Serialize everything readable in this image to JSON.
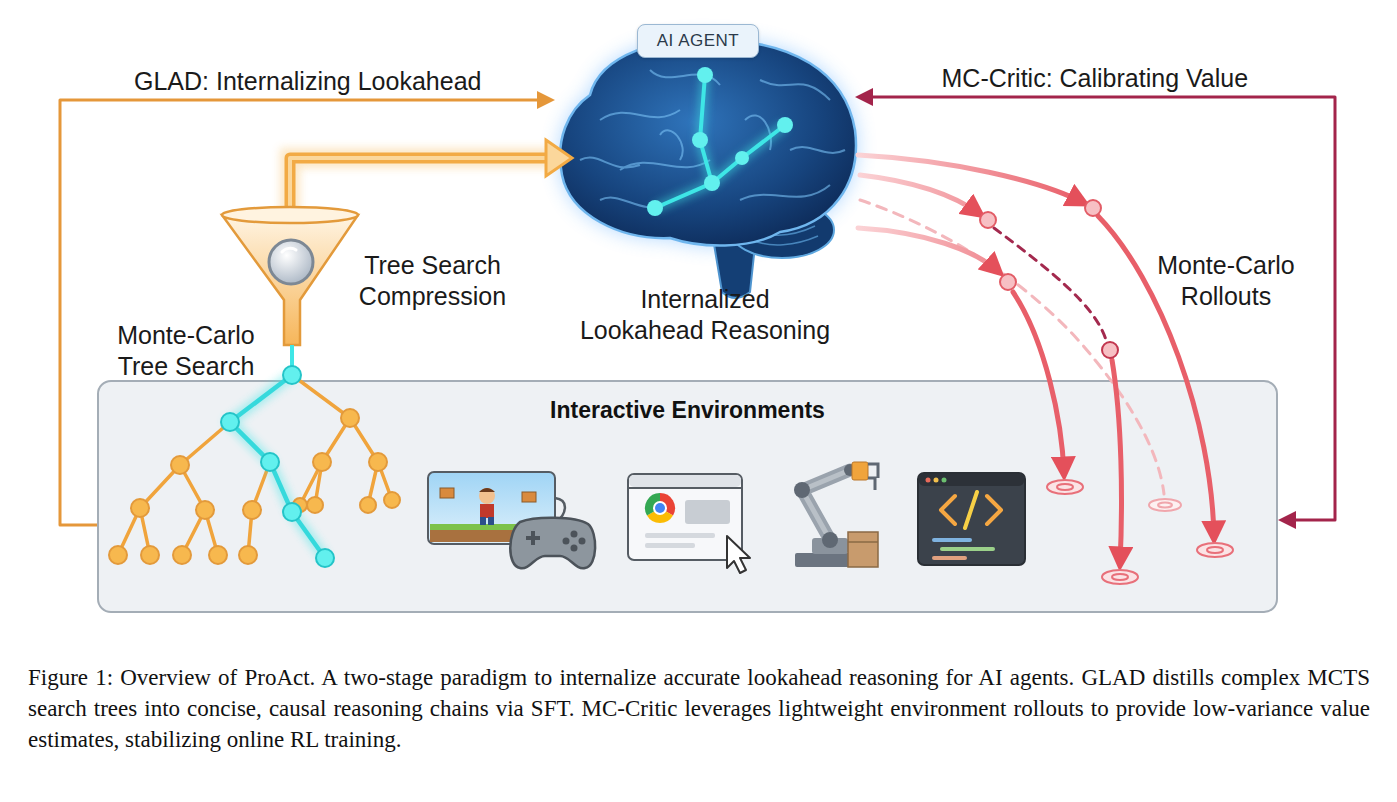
{
  "diagram": {
    "caption": "Figure 1: Overview of ProAct. A two-stage paradigm to internalize accurate lookahead reasoning for AI agents. GLAD distills complex MCTS search trees into concise, causal reasoning chains via SFT. MC-Critic leverages lightweight environment rollouts to provide low-variance value estimates, stabilizing online RL training.",
    "nodes": [
      {
        "text": [
          "AI AGENT"
        ]
      },
      {
        "text": [
          "Internalized Lookahead Reasoning"
        ]
      },
      {
        "text": [
          "Interactive Environments"
        ]
      }
    ],
    "edges": [
      {
        "from": 2,
        "to": 1,
        "arrow": "to",
        "label": "GLAD: Internalizing Lookahead"
      },
      {
        "from": 2,
        "to": 1,
        "arrow": "both",
        "label": "MC-Critic: Calibrating Value"
      }
    ],
    "labels": [
      "Tree Search Compression",
      "Monte-Carlo Tree Search",
      "Monte-Carlo Rollouts"
    ]
  }
}
